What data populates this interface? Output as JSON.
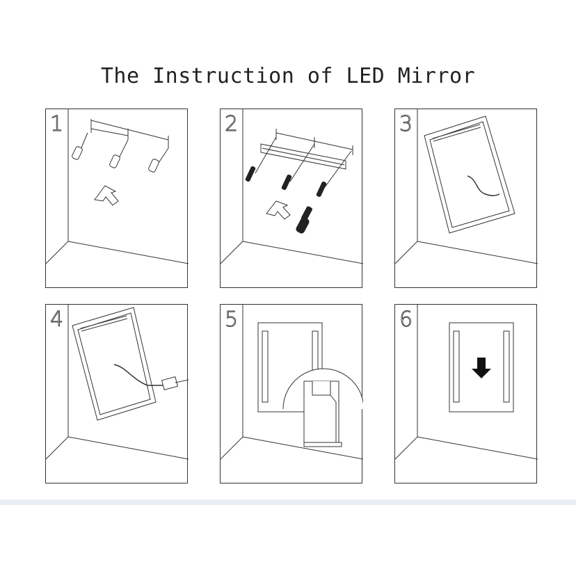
{
  "title": "The Instruction of LED Mirror",
  "steps": [
    {
      "number": "1"
    },
    {
      "number": "2"
    },
    {
      "number": "3"
    },
    {
      "number": "4"
    },
    {
      "number": "5"
    },
    {
      "number": "6"
    }
  ],
  "colors": {
    "line": "#333333",
    "background": "#ffffff",
    "footer_band": "#eceef5"
  }
}
